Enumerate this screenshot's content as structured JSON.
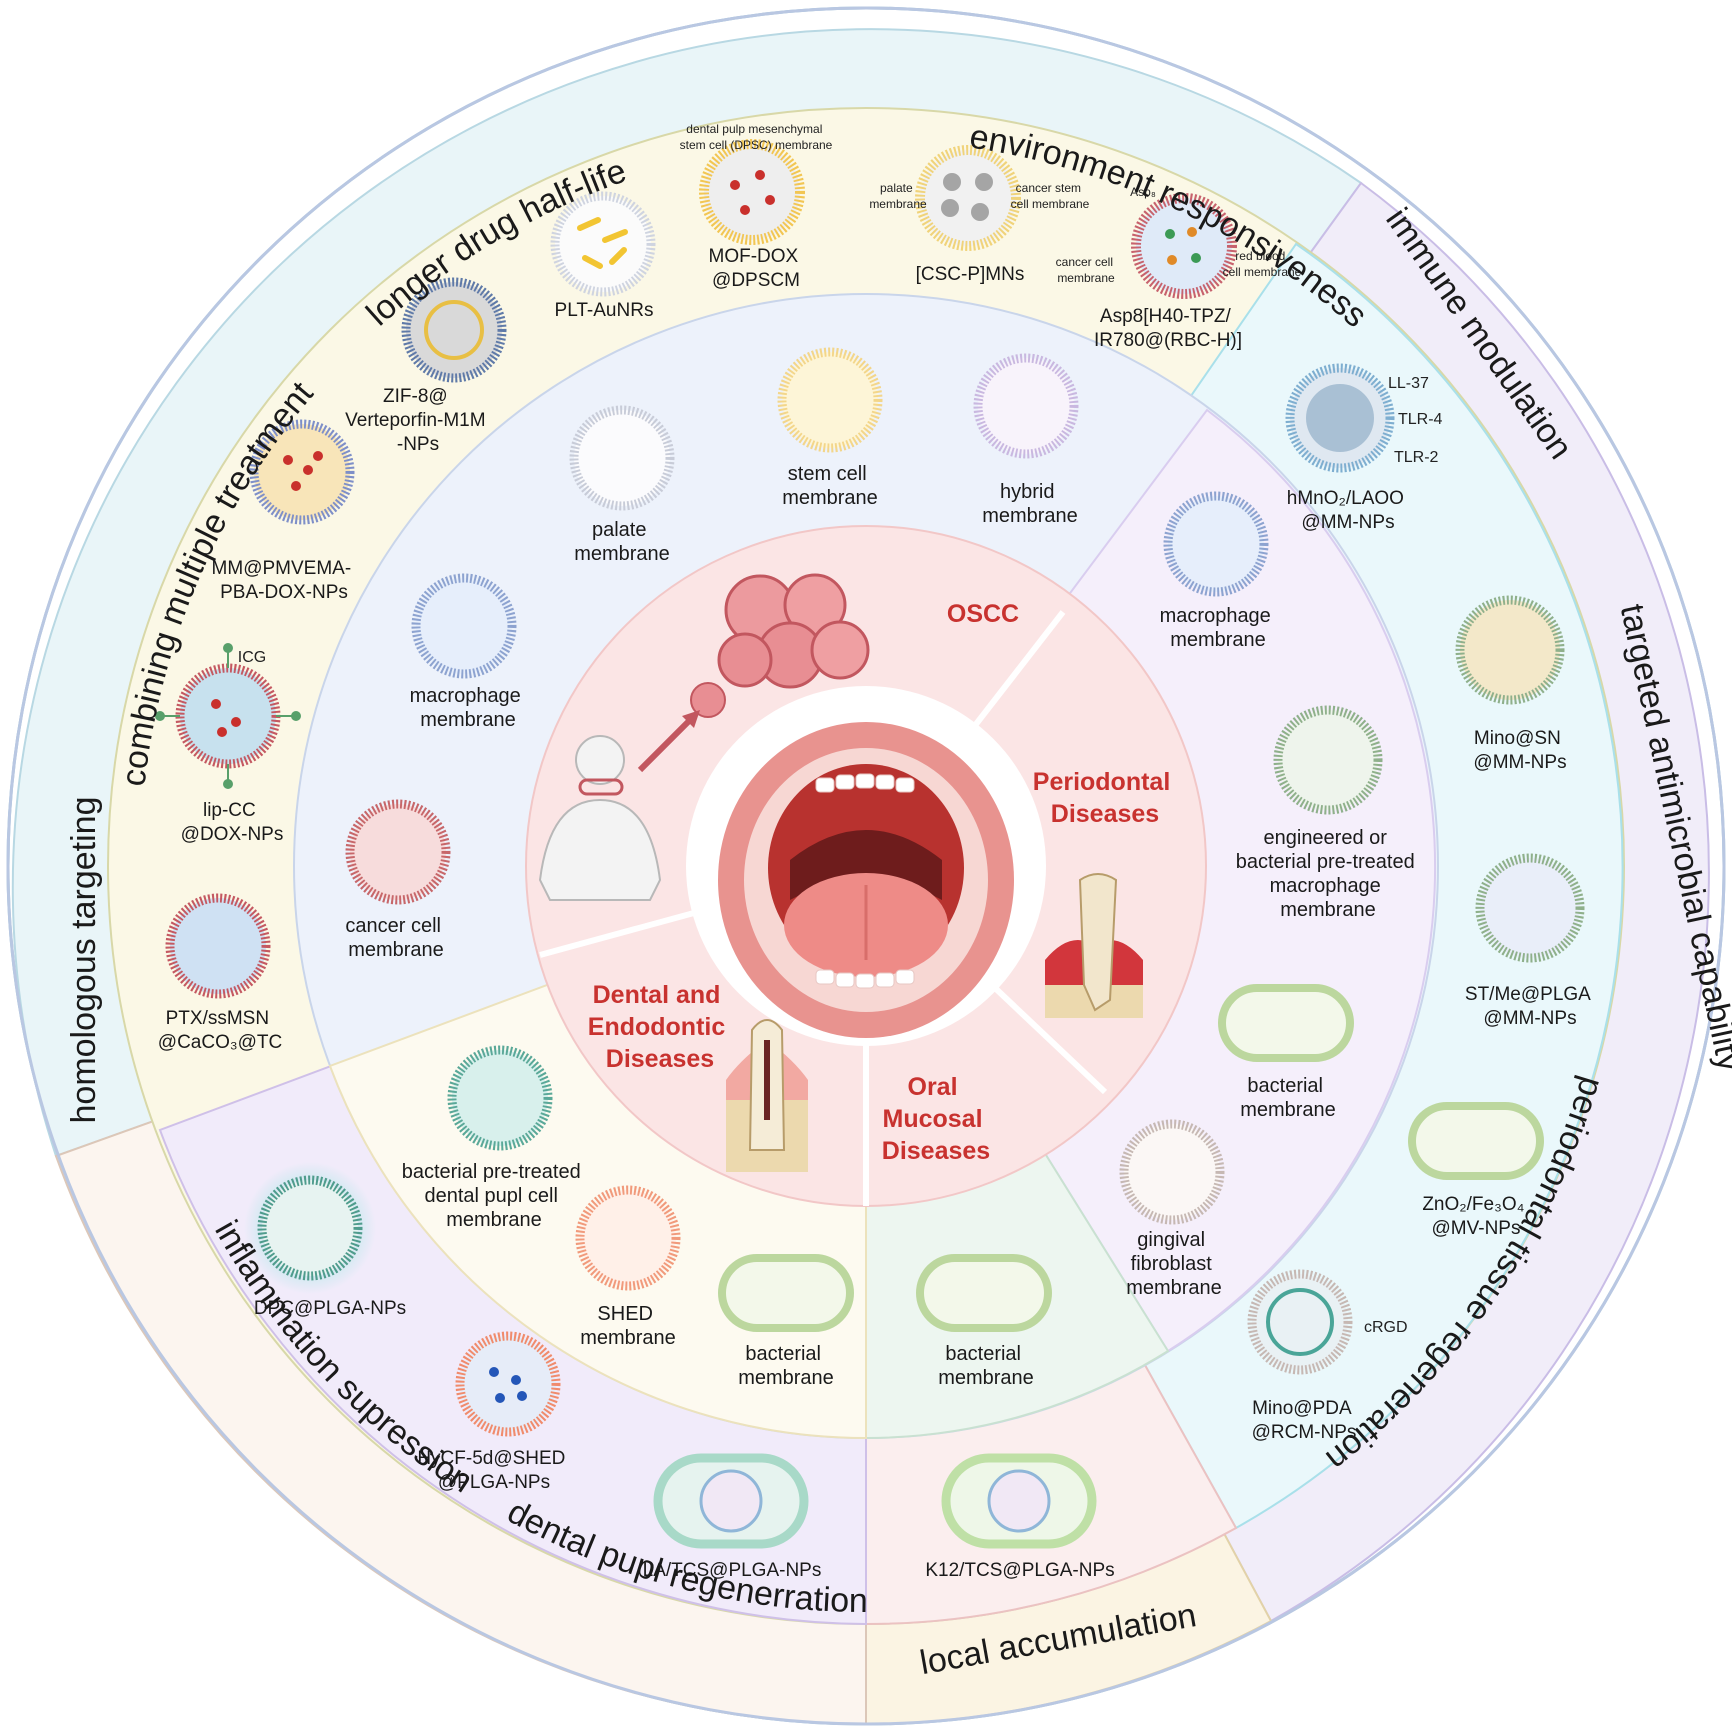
{
  "outer_ring": [
    {
      "id": "environment",
      "label": "environment responsiveness",
      "color": "#e8f4f7"
    },
    {
      "id": "halflife",
      "label": "longer drug half-life",
      "color": "#e8f4f7"
    },
    {
      "id": "combining",
      "label": "combining multiple treatment",
      "color": "#e8f4f7"
    },
    {
      "id": "homologous",
      "label": "homologous targeting",
      "color": "#e8f4f7"
    },
    {
      "id": "inflammation",
      "label": "inflammation supression",
      "color": "#fcf4ee"
    },
    {
      "id": "pulp",
      "label": "dental pupl regenerration",
      "color": "#fcf4ee"
    },
    {
      "id": "local",
      "label": "local accumulation",
      "color": "#fbf3e4"
    },
    {
      "id": "periodontal_regen",
      "label": "periodontal tissue regeneration",
      "color": "#f2eefa"
    },
    {
      "id": "antimicrobial",
      "label": "targeted antimicrobial capability",
      "color": "#f2eefa"
    },
    {
      "id": "immune",
      "label": "immune modulation",
      "color": "#f2eefa"
    }
  ],
  "nanoparticles": {
    "mof_dox": {
      "label": [
        "MOF-DOX",
        "@DPSCM"
      ],
      "note": [
        "dental pulp mesenchymal",
        "stem cell (DPSC) membrane"
      ]
    },
    "csc_p": {
      "label": [
        "[CSC-P]MNs"
      ],
      "left_note": [
        "palate",
        "membrane"
      ],
      "right_note": [
        "cancer stem",
        "cell membrane"
      ]
    },
    "asp8": {
      "label": [
        "Asp8[H40-TPZ/",
        "IR780@(RBC-H)]"
      ],
      "top_note": "Asp₈",
      "left_note": [
        "cancer cell",
        "membrane"
      ],
      "right_note": [
        "red blood",
        "cell membrane"
      ]
    },
    "plt": {
      "label": [
        "PLT-AuNRs"
      ]
    },
    "zif8": {
      "label": [
        "ZIF-8@",
        "Verteporfin-M1M",
        "-NPs"
      ]
    },
    "mm_pmvema": {
      "label": [
        "MM@PMVEMA-",
        "PBA-DOX-NPs"
      ]
    },
    "lip_cc": {
      "label": [
        "lip-CC",
        "@DOX-NPs"
      ],
      "tag": "ICG"
    },
    "ptx": {
      "label": [
        "PTX/ssMSN",
        "@CaCO₃@TC"
      ]
    },
    "dpc": {
      "label": [
        "DPC@PLGA-NPs"
      ]
    },
    "hycf": {
      "label": [
        "HyCF-5d@SHED",
        "@PLGA-NPs"
      ]
    },
    "la_tcs": {
      "label": [
        "LA/TCS@PLGA-NPs"
      ]
    },
    "k12": {
      "label": [
        "K12/TCS@PLGA-NPs"
      ]
    },
    "hmno2": {
      "label": [
        "hMnO₂/LAOO",
        "@MM-NPs"
      ],
      "tags": [
        "LL-37",
        "TLR-4",
        "TLR-2"
      ]
    },
    "mino_sn": {
      "label": [
        "Mino@SN",
        "@MM-NPs"
      ]
    },
    "st_me": {
      "label": [
        "ST/Me@PLGA",
        "@MM-NPs"
      ]
    },
    "zno2": {
      "label": [
        "ZnO₂/Fe₃O₄",
        "@MV-NPs"
      ]
    },
    "mino_pda": {
      "label": [
        "Mino@PDA",
        "@RCM-NPs"
      ],
      "tag": "cRGD"
    }
  },
  "membranes": {
    "palate": {
      "label": [
        "palate",
        "membrane"
      ]
    },
    "stem": {
      "label": [
        "stem cell",
        "membrane"
      ]
    },
    "hybrid": {
      "label": [
        "hybrid",
        "membrane"
      ]
    },
    "macrophage_left": {
      "label": [
        "macrophage",
        "membrane"
      ]
    },
    "cancer": {
      "label": [
        "cancer cell",
        "membrane"
      ]
    },
    "macrophage_right": {
      "label": [
        "macrophage",
        "membrane"
      ]
    },
    "engineered": {
      "label": [
        "engineered or",
        "bacterial pre-treated",
        "macrophage",
        "membrane"
      ]
    },
    "bacterial_right": {
      "label": [
        "bacterial",
        "membrane"
      ]
    },
    "gingival": {
      "label": [
        "gingival",
        "fibroblast",
        "membrane"
      ]
    },
    "bacterial_pulp": {
      "label": [
        "bacterial pre-treated",
        "dental pupl cell",
        "membrane"
      ]
    },
    "shed": {
      "label": [
        "SHED",
        "membrane"
      ]
    },
    "bacterial_dental": {
      "label": [
        "bacterial",
        "membrane"
      ]
    },
    "bacterial_mucosal": {
      "label": [
        "bacterial",
        "membrane"
      ]
    }
  },
  "diseases": {
    "oscc": {
      "label": [
        "OSCC"
      ]
    },
    "periodontal": {
      "label": [
        "Periodontal",
        "Diseases"
      ]
    },
    "dental": {
      "label": [
        "Dental and",
        "Endodontic",
        "Diseases"
      ]
    },
    "mucosal": {
      "label": [
        "Oral",
        "Mucosal",
        "Diseases"
      ]
    }
  },
  "colors": {
    "oscc_zone": "#eef3fb",
    "periodontal_zone": "#f6f0fb",
    "dental_zone": "#fdfaf0",
    "mucosal_zone": "#eef7f1",
    "nano_yellow_zone": "#fbf8e8",
    "core_pink": "#fbe4e4",
    "disease_red": "#c8322f"
  }
}
